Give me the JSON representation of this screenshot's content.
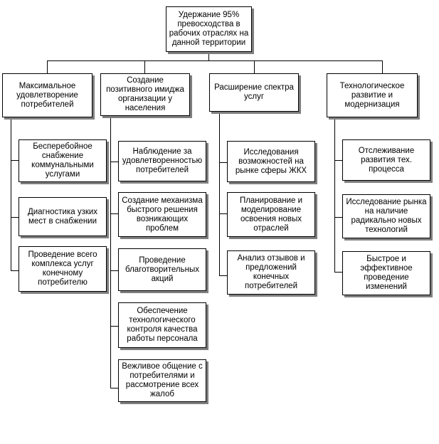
{
  "root": {
    "label": "Удержание 95% превосходства в рабочих отраслях на данной территории"
  },
  "branches": [
    {
      "label": "Максимальное удовлетворение потребителей",
      "children": [
        "Бесперебойное снабжение коммунальными услугами",
        "Диагностика узких мест в снабжении",
        "Проведение всего комплекса услуг конечному потребителю"
      ]
    },
    {
      "label": "Создание позитивного имиджа организации у населения",
      "children": [
        "Наблюдение за удовлетворенностью потребителей",
        "Создание механизма быстрого решения возникающих проблем",
        "Проведение благотворительных акций",
        "Обеспечение технологического контроля качества работы персонала",
        "Вежливое общение с потребителями и рассмотрение всех жалоб"
      ]
    },
    {
      "label": "Расширение спектра услуг",
      "children": [
        "Исследования возможностей на рынке сферы ЖКХ",
        "Планирование и моделирование освоения новых отраслей",
        "Анализ отзывов  и предложений конечных потребителей"
      ]
    },
    {
      "label": "Технологическое развитие и модернизация",
      "children": [
        "Отслеживание развития тех. процесса",
        "Исследование рынка на наличие радикально новых технологий",
        "Быстрое и эффективное проведение изменений"
      ]
    }
  ]
}
